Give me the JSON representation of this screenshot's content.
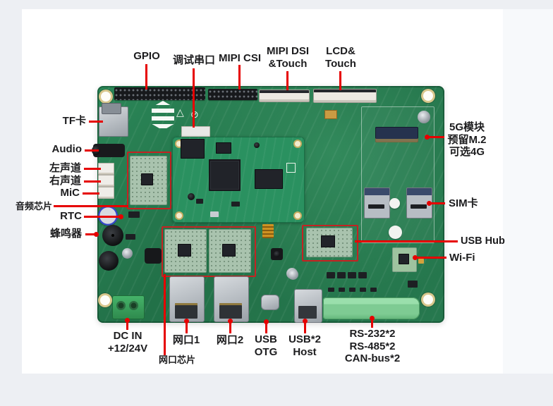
{
  "figure": {
    "description": "Annotated top view of an embedded single-board computer with callout labels",
    "colors": {
      "leader_line": "#e60000",
      "highlight_box": "#c52222",
      "pcb_green": "#247149",
      "label_text": "#1c1c1e",
      "page_background": "#edeff3"
    }
  },
  "labels": {
    "top": {
      "gpio": "GPIO",
      "debug_uart": "调试串口",
      "mipi_csi": "MIPI CSI",
      "mipi_dsi_touch": "MIPI DSI\n&Touch",
      "lcd_touch": "LCD&\nTouch"
    },
    "left": {
      "tf_card": "TF卡",
      "audio": "Audio",
      "left_channel": "左声道",
      "right_channel": "右声道",
      "mic": "MiC",
      "audio_chip": "音频芯片",
      "rtc": "RTC",
      "buzzer": "蜂鸣器"
    },
    "right": {
      "module_5g": "5G模块\n预留M.2\n可选4G",
      "sim_card": "SIM卡",
      "usb_hub": "USB Hub",
      "wifi": "Wi-Fi"
    },
    "bottom": {
      "dc_in": "DC IN\n+12/24V",
      "lan_chip": "网口芯片",
      "lan1": "网口1",
      "lan2": "网口2",
      "usb_otg": "USB\nOTG",
      "usb_host": "USB*2\nHost",
      "serial_ports": "RS-232*2\nRS-485*2\nCAN-bus*2"
    }
  }
}
